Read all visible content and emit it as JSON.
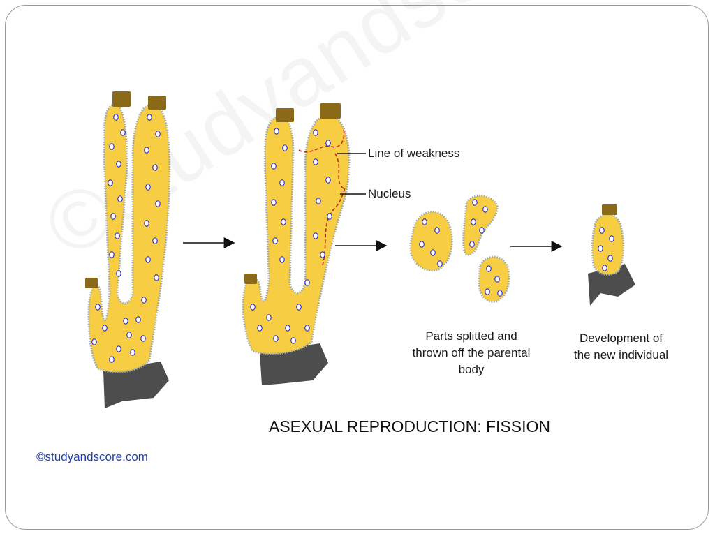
{
  "watermark": "©studyandscore.com",
  "labels": {
    "line_of_weakness": "Line of weakness",
    "nucleus": "Nucleus"
  },
  "captions": {
    "parts_line1": "Parts splitted and",
    "parts_line2": "thrown off the parental body",
    "development_line1": "Development of",
    "development_line2": "the new individual"
  },
  "title": "ASEXUAL REPRODUCTION: FISSION",
  "credit": "©studyandscore.com",
  "colors": {
    "cell_fill": "#f7cd43",
    "membrane": "#9aa7b5",
    "nucleus": "#2a2ac8",
    "base": "#4d4d4d",
    "osculum": "#8a6a18",
    "line_of_weakness": "#c0262a"
  }
}
